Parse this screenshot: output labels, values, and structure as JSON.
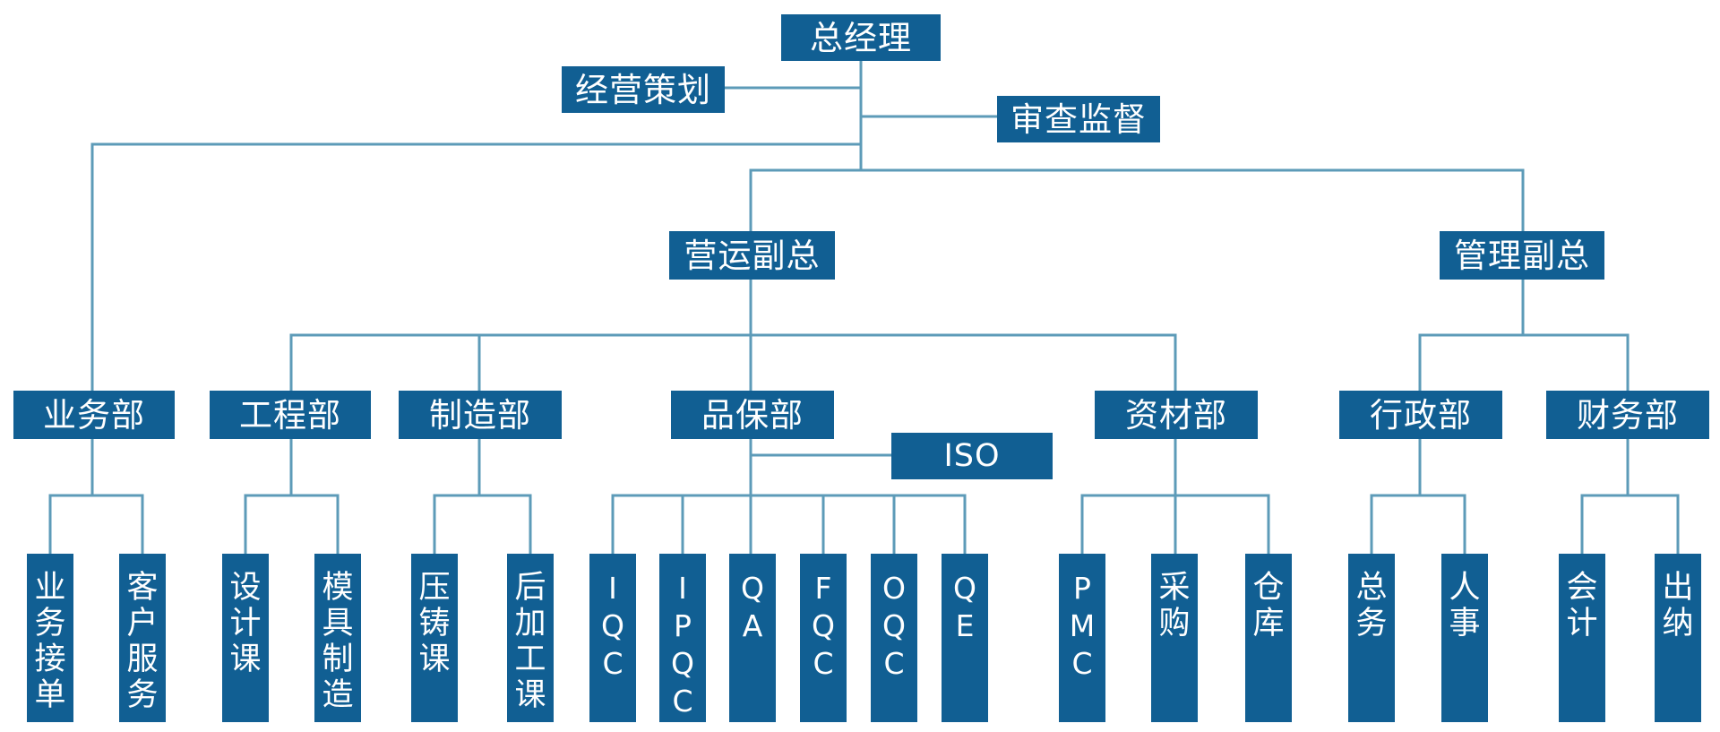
{
  "top": {
    "general_manager": "总经理",
    "planning": "经营策划",
    "audit": "审查监督"
  },
  "vps": {
    "operations": "营运副总",
    "management": "管理副总"
  },
  "departments": [
    {
      "label": "业务部",
      "units": [
        "业务接单",
        "客户服务"
      ]
    },
    {
      "label": "工程部",
      "units": [
        "设计课",
        "模具制造"
      ]
    },
    {
      "label": "制造部",
      "units": [
        "压铸课",
        "后加工课"
      ]
    },
    {
      "label": "品保部",
      "units": [
        "IQC",
        "IPQC",
        "QA",
        "FQC",
        "OQC",
        "QE"
      ]
    },
    {
      "label": "资材部",
      "units": [
        "PMC",
        "采购",
        "仓库"
      ]
    },
    {
      "label": "行政部",
      "units": [
        "总务",
        "人事"
      ]
    },
    {
      "label": "财务部",
      "units": [
        "会计",
        "出纳"
      ]
    }
  ],
  "qa_staff": "ISO",
  "colors": {
    "box": "#115f93",
    "line": "#5d9bb8",
    "text": "#ffffff"
  }
}
